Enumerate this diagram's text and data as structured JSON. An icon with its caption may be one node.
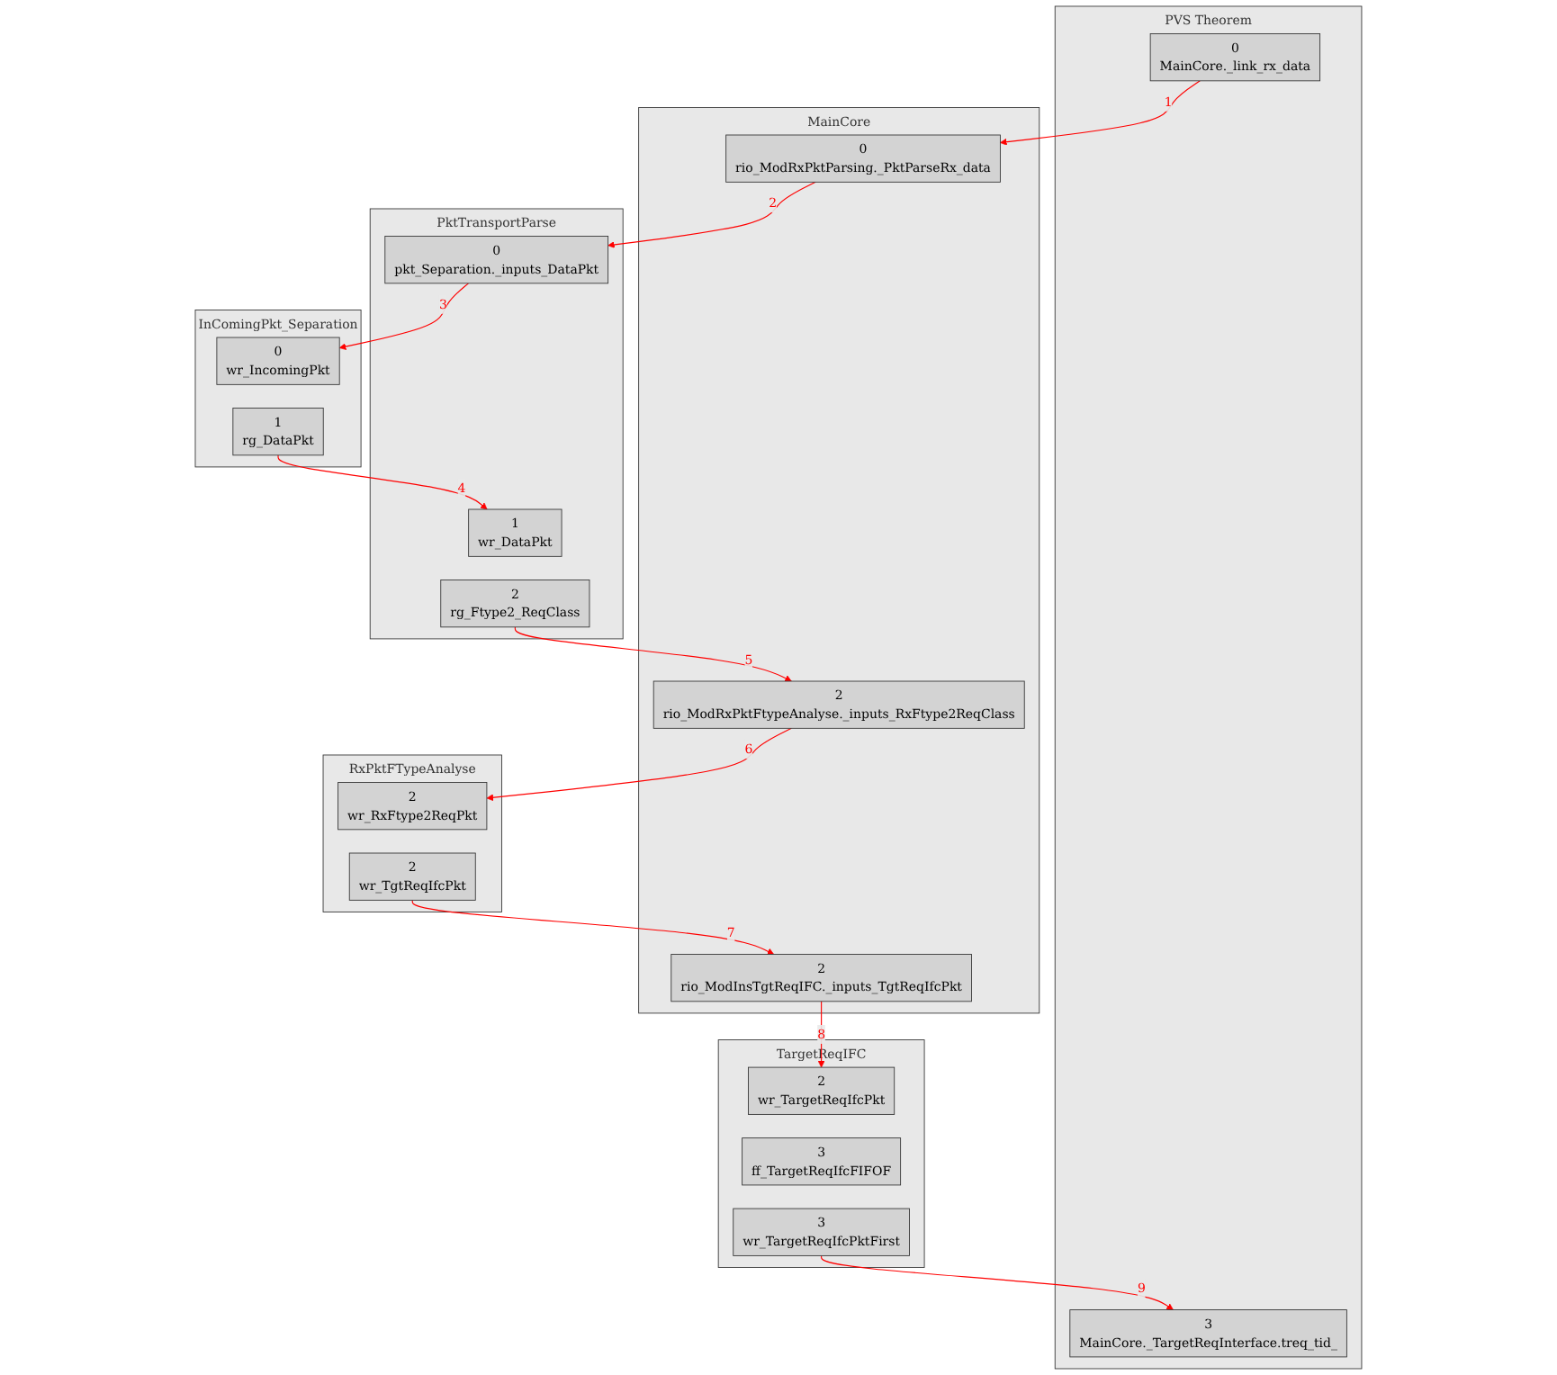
{
  "diagram": {
    "nodes": [
      {
        "text": [
          "PVS Theorem"
        ]
      },
      {
        "text": [
          "0",
          "MainCore._link_rx_data"
        ],
        "in": 0
      },
      {
        "text": [
          "3",
          "MainCore._TargetReqInterface.treq_tid_"
        ],
        "in": 0
      },
      {
        "text": [
          "MainCore"
        ]
      },
      {
        "text": [
          "0",
          "rio_ModRxPktParsing._PktParseRx_data"
        ],
        "in": 3
      },
      {
        "text": [
          "2",
          "rio_ModRxPktFtypeAnalyse._inputs_RxFtype2ReqClass"
        ],
        "in": 3
      },
      {
        "text": [
          "2",
          "rio_ModInsTgtReqIFC._inputs_TgtReqIfcPkt"
        ],
        "in": 3
      },
      {
        "text": [
          "PktTransportParse"
        ]
      },
      {
        "text": [
          "0",
          "pkt_Separation._inputs_DataPkt"
        ],
        "in": 7
      },
      {
        "text": [
          "1",
          "wr_DataPkt"
        ],
        "in": 7
      },
      {
        "text": [
          "2",
          "rg_Ftype2_ReqClass"
        ],
        "in": 7
      },
      {
        "text": [
          "InComingPkt_Separation"
        ]
      },
      {
        "text": [
          "0",
          "wr_IncomingPkt"
        ],
        "in": 11
      },
      {
        "text": [
          "1",
          "rg_DataPkt"
        ],
        "in": 11
      },
      {
        "text": [
          "RxPktFTypeAnalyse"
        ]
      },
      {
        "text": [
          "2",
          "wr_RxFtype2ReqPkt"
        ],
        "in": 14
      },
      {
        "text": [
          "2",
          "wr_TgtReqIfcPkt"
        ],
        "in": 14
      },
      {
        "text": [
          "TargetReqIFC"
        ]
      },
      {
        "text": [
          "2",
          "wr_TargetReqIfcPkt"
        ],
        "in": 17
      },
      {
        "text": [
          "3",
          "ff_TargetReqIfcFIFOF"
        ],
        "in": 17
      },
      {
        "text": [
          "3",
          "wr_TargetReqIfcPktFirst"
        ],
        "in": 17
      }
    ],
    "edges": [
      {
        "from": 1,
        "to": 4,
        "arrow": "to",
        "label": "1"
      },
      {
        "from": 4,
        "to": 8,
        "arrow": "to",
        "label": "2"
      },
      {
        "from": 8,
        "to": 12,
        "arrow": "to",
        "label": "3"
      },
      {
        "from": 13,
        "to": 9,
        "arrow": "to",
        "label": "4"
      },
      {
        "from": 10,
        "to": 5,
        "arrow": "to",
        "label": "5"
      },
      {
        "from": 5,
        "to": 15,
        "arrow": "to",
        "label": "6"
      },
      {
        "from": 16,
        "to": 6,
        "arrow": "to",
        "label": "7"
      },
      {
        "from": 6,
        "to": 18,
        "arrow": "to",
        "label": "8"
      },
      {
        "from": 20,
        "to": 2,
        "arrow": "to",
        "label": "9"
      }
    ]
  }
}
